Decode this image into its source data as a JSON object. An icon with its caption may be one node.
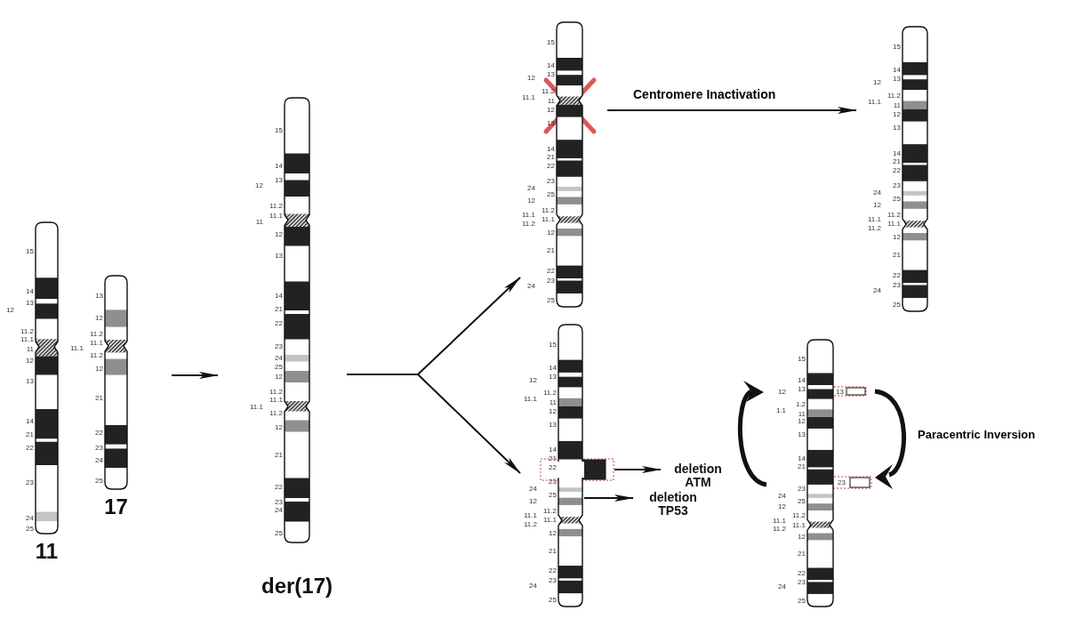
{
  "diagram": {
    "nodes": [
      {
        "text": [
          "11"
        ],
        "beside": [
          "15",
          "14",
          "13",
          "12",
          "11.2",
          "11.1",
          "11",
          "12",
          "13",
          "14",
          "21",
          "22",
          "23",
          "24",
          "25"
        ]
      },
      {
        "text": [
          "17"
        ],
        "beside": [
          "13",
          "12",
          "11.2",
          "11.1",
          "11.1",
          "11.2",
          "12",
          "21",
          "22",
          "23",
          "24",
          "25"
        ]
      },
      {
        "text": [
          "der(17)"
        ],
        "beside": [
          "15",
          "14",
          "13",
          "12",
          "11.2",
          "11.1",
          "11",
          "12",
          "13",
          "14",
          "21",
          "22",
          "23",
          "24",
          "25",
          "12",
          "11.2",
          "11.1",
          "11.1",
          "11.2",
          "12",
          "21",
          "22",
          "23",
          "24",
          "25"
        ]
      },
      {
        "text": [],
        "shape": "bar",
        "beside": [
          "15",
          "14",
          "13",
          "12",
          "11.2",
          "11.1",
          "11",
          "12",
          "13",
          "14",
          "21",
          "22",
          "23",
          "24",
          "25",
          "12",
          "11.2",
          "11.1",
          "11.1",
          "11.2",
          "12",
          "21",
          "22",
          "23",
          "24",
          "25"
        ]
      },
      {
        "text": [],
        "shape": "bar",
        "beside": [
          "15",
          "14",
          "13",
          "12",
          "11.2",
          "11.1",
          "11",
          "12",
          "13",
          "14",
          "21",
          "22",
          "23",
          "24",
          "25",
          "12",
          "11.2",
          "11.1",
          "11.1",
          "11.2",
          "12",
          "21",
          "22",
          "23",
          "24",
          "25"
        ]
      },
      {
        "text": [],
        "shape": "bar",
        "beside": [
          "15",
          "14",
          "13",
          "12",
          "11.2",
          "11.1",
          "11",
          "12",
          "13",
          "14",
          "21",
          "22",
          "23",
          "24",
          "25",
          "12",
          "11.2",
          "11.1",
          "11.1",
          "11.2",
          "12",
          "21",
          "22",
          "23",
          "24",
          "25"
        ]
      },
      {
        "text": [],
        "shape": "bar",
        "beside": [
          "15",
          "14",
          "13",
          "12",
          "1.2",
          "1.1",
          "11",
          "12",
          "13",
          "14",
          "21",
          "23",
          "24",
          "25",
          "12",
          "11.2",
          "11.1",
          "11.1",
          "11.2",
          "12",
          "21",
          "22",
          "23",
          "24",
          "25"
        ]
      },
      {
        "text": [
          "deletion ATM"
        ]
      },
      {
        "text": [
          "deletion TP53"
        ]
      }
    ],
    "edges": [
      {
        "from": 1,
        "to": 2,
        "arrow": "to"
      },
      {
        "from": 2,
        "to": 3,
        "arrow": "to"
      },
      {
        "from": 2,
        "to": 5,
        "arrow": "to"
      },
      {
        "from": 3,
        "to": 4,
        "arrow": "to",
        "label": "Centromere Inactivation"
      },
      {
        "from": 5,
        "to": 7,
        "arrow": "to"
      },
      {
        "from": 5,
        "to": 8,
        "arrow": "to"
      }
    ],
    "labels": [
      "13",
      "23",
      "Paracentric Inversion"
    ]
  }
}
